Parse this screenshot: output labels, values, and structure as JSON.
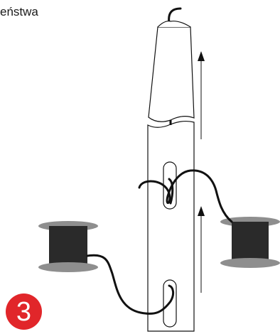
{
  "caption": {
    "text": "eństwa"
  },
  "step": {
    "number": "3",
    "badge_color": "#e1262a"
  },
  "colors": {
    "outline": "#111111",
    "spool_body": "#2a2a2a",
    "spool_flange": "#8e8e8e",
    "tool_fill": "#ffffff"
  },
  "arrows": {
    "direction": "up"
  }
}
